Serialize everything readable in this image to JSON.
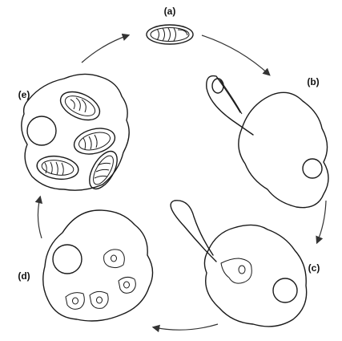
{
  "diagram": {
    "stages": [
      {
        "id": "a",
        "label": "(a)"
      },
      {
        "id": "b",
        "label": "(b)"
      },
      {
        "id": "c",
        "label": "(c)"
      },
      {
        "id": "d",
        "label": "(d)"
      },
      {
        "id": "e",
        "label": "(e)"
      }
    ],
    "colors": {
      "line": "#1a1a1a",
      "arrow": "#333333",
      "background": "#ffffff"
    }
  }
}
